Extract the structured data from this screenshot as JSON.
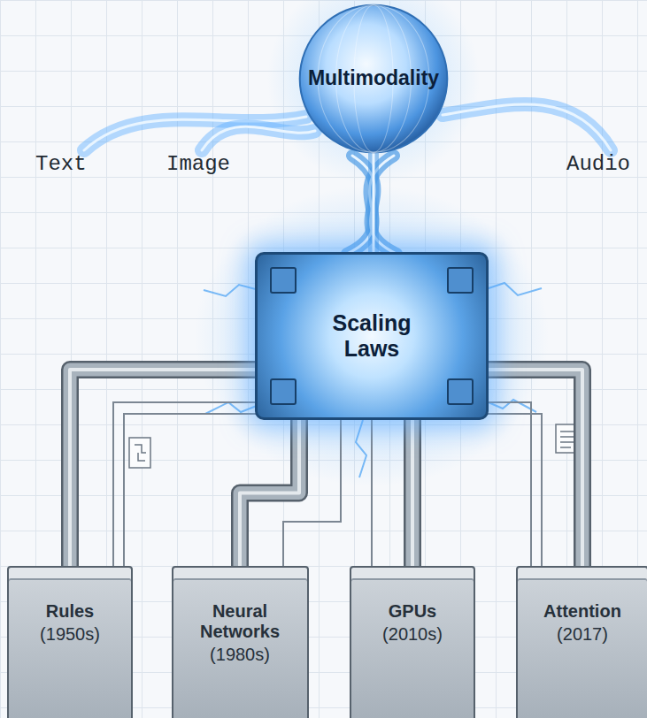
{
  "diagram": {
    "nodes": [
      {
        "text": [
          "Multimodality"
        ]
      },
      {
        "text": [
          "Scaling Laws"
        ]
      },
      {
        "text": [
          "Rules",
          "(1950s)"
        ]
      },
      {
        "text": [
          "Neural Networks",
          "(1980s)"
        ]
      },
      {
        "text": [
          "GPUs",
          "(2010s)"
        ]
      },
      {
        "text": [
          "Attention",
          "(2017)"
        ]
      }
    ],
    "edges": [
      {
        "from": 2,
        "to": 1,
        "arrow": "none"
      },
      {
        "from": 3,
        "to": 1,
        "arrow": "none"
      },
      {
        "from": 4,
        "to": 1,
        "arrow": "none"
      },
      {
        "from": 5,
        "to": 1,
        "arrow": "none"
      },
      {
        "from": 1,
        "to": 0,
        "arrow": "none"
      }
    ],
    "labels": [
      "Text",
      "Image",
      "Audio"
    ]
  }
}
